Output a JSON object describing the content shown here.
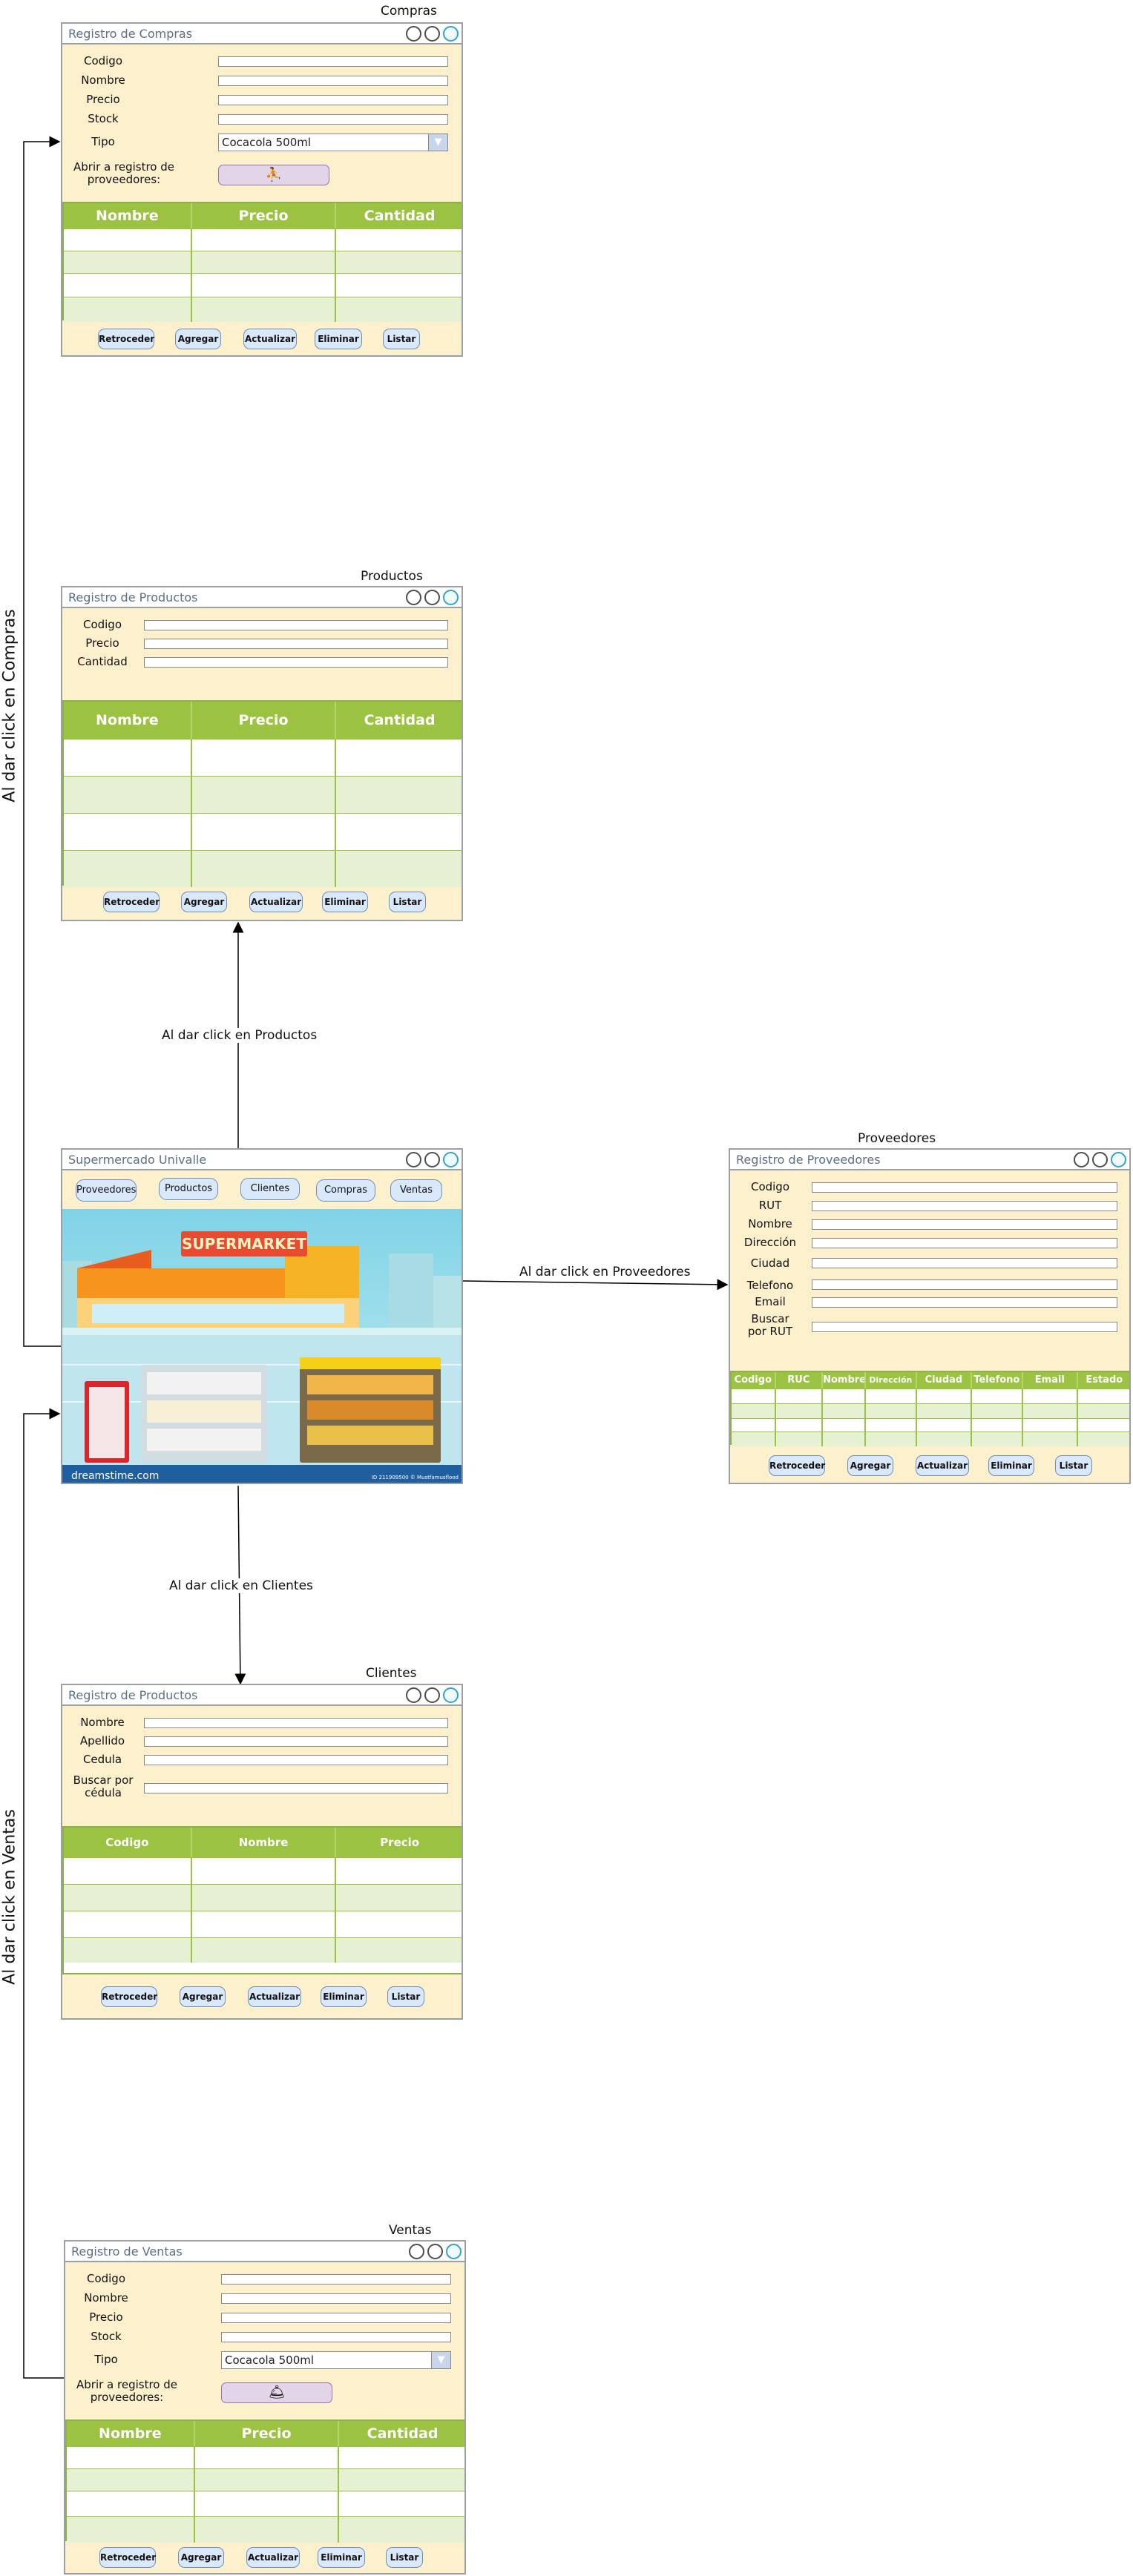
{
  "labels": {
    "compras": "Compras",
    "productos": "Productos",
    "proveedores": "Proveedores",
    "clientes": "Clientes",
    "ventas": "Ventas"
  },
  "arrows": {
    "productos": "Al dar click en Productos",
    "proveedores": "Al dar click en Proveedores",
    "clientes": "Al dar click en Clientes",
    "compras": "Al dar click en Compras",
    "ventas": "Al dar click en Ventas"
  },
  "actions": [
    "Retroceder",
    "Agregar",
    "Actualizar",
    "Eliminar",
    "Listar"
  ],
  "compras": {
    "title": "Registro de Compras",
    "fields": [
      "Codigo",
      "Nombre",
      "Precio",
      "Stock"
    ],
    "tipo_label": "Tipo",
    "tipo_value": "Cocacola 500ml",
    "abrir_label": "Abrir a registro de proveedores:",
    "columns": [
      "Nombre",
      "Precio",
      "Cantidad"
    ]
  },
  "productos": {
    "title": "Registro de Productos",
    "fields": [
      "Codigo",
      "Precio",
      "Cantidad"
    ],
    "columns": [
      "Nombre",
      "Precio",
      "Cantidad"
    ]
  },
  "main": {
    "title": "Supermercado Univalle",
    "nav": [
      "Proveedores",
      "Productos",
      "Clientes",
      "Compras",
      "Ventas"
    ],
    "sign": "SUPERMARKET",
    "footer_logo": "dreamstime.com",
    "footer_id": "ID 211909500 © Mustfamusflood"
  },
  "proveedores": {
    "title": "Registro de Proveedores",
    "fields": [
      "Codigo",
      "RUT",
      "Nombre",
      "Dirección",
      "Ciudad",
      "Telefono",
      "Email",
      "Buscar por RUT"
    ],
    "columns": [
      "Codigo",
      "RUC",
      "Nombre",
      "Dirección",
      "Ciudad",
      "Telefono",
      "Email",
      "Estado"
    ]
  },
  "clientes": {
    "title": "Registro de Productos",
    "fields": [
      "Nombre",
      "Apellido",
      "Cedula",
      "Buscar por cédula"
    ],
    "columns": [
      "Codigo",
      "Nombre",
      "Precio"
    ]
  },
  "ventas": {
    "title": "Registro de Ventas",
    "fields": [
      "Codigo",
      "Nombre",
      "Precio",
      "Stock"
    ],
    "tipo_label": "Tipo",
    "tipo_value": "Cocacola 500ml",
    "abrir_label": "Abrir a registro de proveedores:",
    "columns": [
      "Nombre",
      "Precio",
      "Cantidad"
    ]
  },
  "colors": {
    "window_bg": "#fdf0cc",
    "table_header": "#9bc241",
    "table_alt_row": "#e6f0d2",
    "button_bg": "#dae8fc",
    "button_border": "#6c8ebf",
    "icon_button_bg": "#e1d5e7"
  },
  "icons": {
    "compras_button": "person-with-cart-icon",
    "ventas_button": "person-with-tray-icon"
  }
}
